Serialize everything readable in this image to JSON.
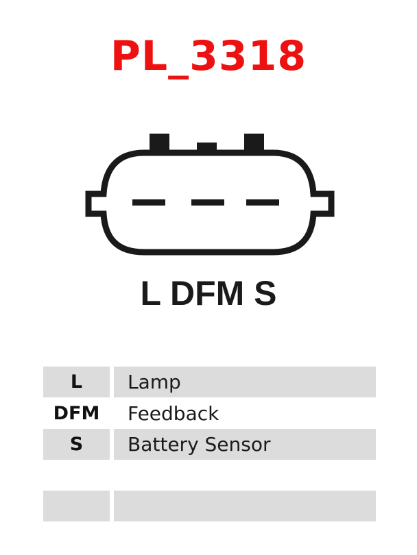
{
  "title": "PL_3318",
  "connector": {
    "pin_label": "L DFM S",
    "pin_count": 3
  },
  "pins": [
    {
      "code": "L",
      "description": "Lamp",
      "shaded": true
    },
    {
      "code": "DFM",
      "description": "Feedback",
      "shaded": false
    },
    {
      "code": "S",
      "description": "Battery Sensor",
      "shaded": true
    },
    {
      "code": "",
      "description": "",
      "shaded": false
    },
    {
      "code": "",
      "description": "",
      "shaded": true
    }
  ],
  "colors": {
    "title": "#ee1111",
    "row_shade": "#dcdcdc",
    "outline": "#1a1a1a"
  }
}
